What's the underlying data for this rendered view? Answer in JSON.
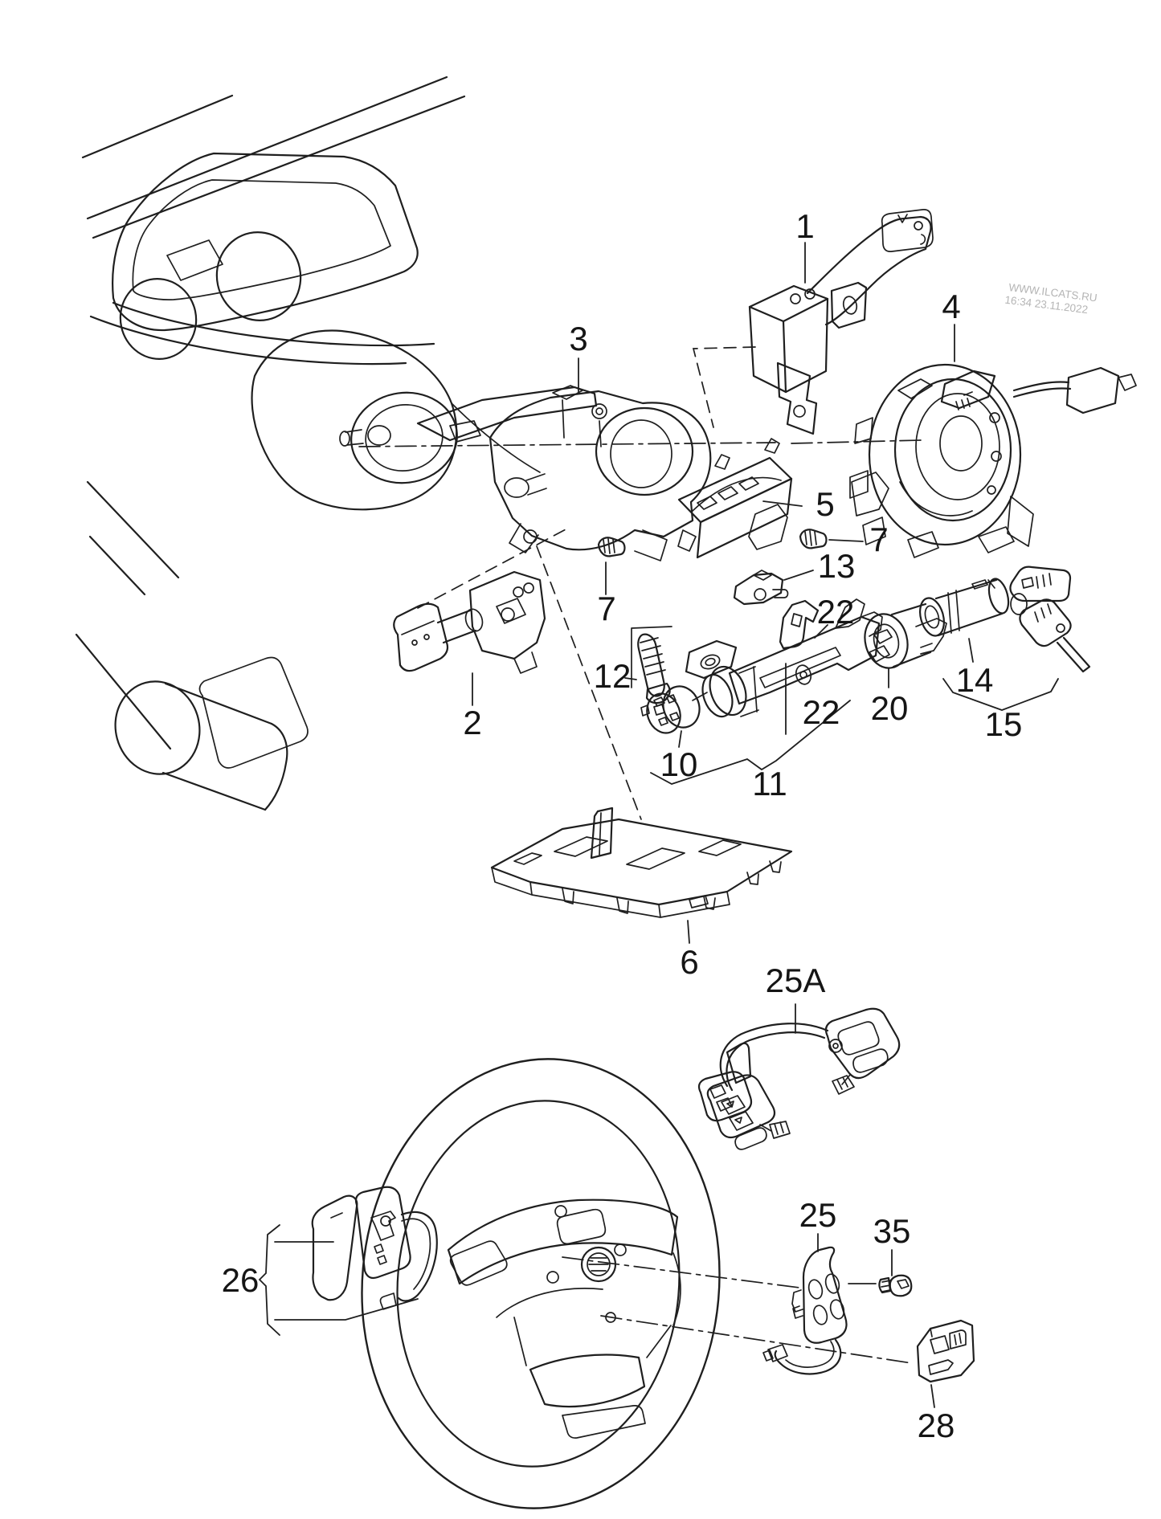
{
  "watermark": {
    "line1": "WWW.ILCATS.RU",
    "line2": "16:34 23.11.2022"
  },
  "callouts": [
    {
      "label": "1"
    },
    {
      "label": "3"
    },
    {
      "label": "4"
    },
    {
      "label": "5"
    },
    {
      "label": "7"
    },
    {
      "label": "13"
    },
    {
      "label": "22"
    },
    {
      "label": "7"
    },
    {
      "label": "12"
    },
    {
      "label": "2"
    },
    {
      "label": "22"
    },
    {
      "label": "20"
    },
    {
      "label": "14"
    },
    {
      "label": "15"
    },
    {
      "label": "10"
    },
    {
      "label": "11"
    },
    {
      "label": "6"
    },
    {
      "label": "25A"
    },
    {
      "label": "26"
    },
    {
      "label": "25"
    },
    {
      "label": "35"
    },
    {
      "label": "28"
    }
  ],
  "colors": {
    "line": "#1f1f1f",
    "background": "#ffffff",
    "watermark": "#b5b5b5"
  }
}
